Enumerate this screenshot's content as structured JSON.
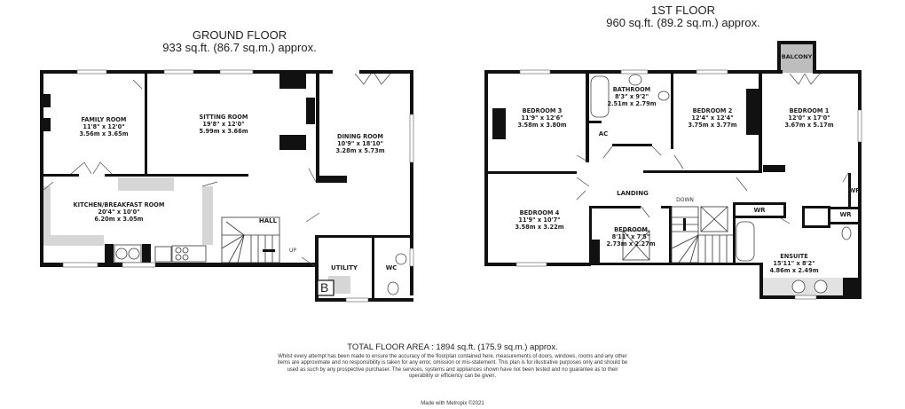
{
  "ground_floor": {
    "title": "GROUND FLOOR",
    "area": "933 sq.ft. (86.7 sq.m.) approx.",
    "rooms": {
      "family_room": {
        "name": "FAMILY ROOM",
        "imperial": "11'8\"  x 12'0\"",
        "metric": "3.56m  x 3.65m"
      },
      "sitting_room": {
        "name": "SITTING ROOM",
        "imperial": "19'8\"  x 12'0\"",
        "metric": "5.99m  x 3.66m"
      },
      "dining_room": {
        "name": "DINING ROOM",
        "imperial": "10'9\"  x 18'10\"",
        "metric": "3.28m  x 5.73m"
      },
      "kitchen": {
        "name": "KITCHEN/BREAKFAST ROOM",
        "imperial": "20'4\"  x 10'0\"",
        "metric": "6.20m  x 3.05m"
      },
      "hall": {
        "name": "HALL"
      },
      "utility": {
        "name": "UTILITY"
      },
      "wc": {
        "name": "WC"
      }
    },
    "labels": {
      "stairs_up": "UP",
      "boiler": "B"
    }
  },
  "first_floor": {
    "title": "1ST FLOOR",
    "area": "960 sq.ft. (89.2 sq.m.) approx.",
    "rooms": {
      "bedroom3": {
        "name": "BEDROOM 3",
        "imperial": "11'9\"  x 12'6\"",
        "metric": "3.58m  x 3.80m"
      },
      "bathroom": {
        "name": "BATHROOM",
        "imperial": "8'3\"  x 9'2\"",
        "metric": "2.51m  x 2.79m"
      },
      "bedroom2": {
        "name": "BEDROOM 2",
        "imperial": "12'4\"  x 12'4\"",
        "metric": "3.75m  x 3.77m"
      },
      "bedroom1": {
        "name": "BEDROOM 1",
        "imperial": "12'0\"  x 17'0\"",
        "metric": "3.67m  x 5.17m"
      },
      "bedroom4": {
        "name": "BEDROOM 4",
        "imperial": "11'9\"  x 10'7\"",
        "metric": "3.58m  x 3.22m"
      },
      "bedroom5": {
        "name": "BEDROOM",
        "imperial": "8'11\"  x 7'5\"",
        "metric": "2.73m  x 2.27m"
      },
      "ensuite": {
        "name": "ENSUITE",
        "imperial": "15'11\"  x 8'2\"",
        "metric": "4.86m  x 2.49m"
      },
      "landing": {
        "name": "LANDING"
      },
      "balcony": {
        "name": "BALCONY"
      }
    },
    "labels": {
      "ac": "AC",
      "stairs_down": "DOWN",
      "wr1": "WR",
      "wr2": "WR",
      "wr3": "WR"
    }
  },
  "footer": {
    "total": "TOTAL FLOOR AREA : 1894 sq.ft. (175.9 sq.m.) approx.",
    "disclaimer": "Whilst every attempt has been made to ensure the accuracy of the floorplan contained here, measurements of doors, windows, rooms and any other items are approximate and no responsibility is taken for any error, omission or mis-statement. This plan is for illustrative purposes only and should be used as such by any prospective purchaser. The services, systems and appliances shown have not been tested and no guarantee as to their operability or efficiency can be given.",
    "made_with": "Made with Metropix ©2021"
  },
  "colors": {
    "wall": "#111111",
    "fill_grey": "#d6d6d6",
    "balcony": "#bdbdbd"
  }
}
